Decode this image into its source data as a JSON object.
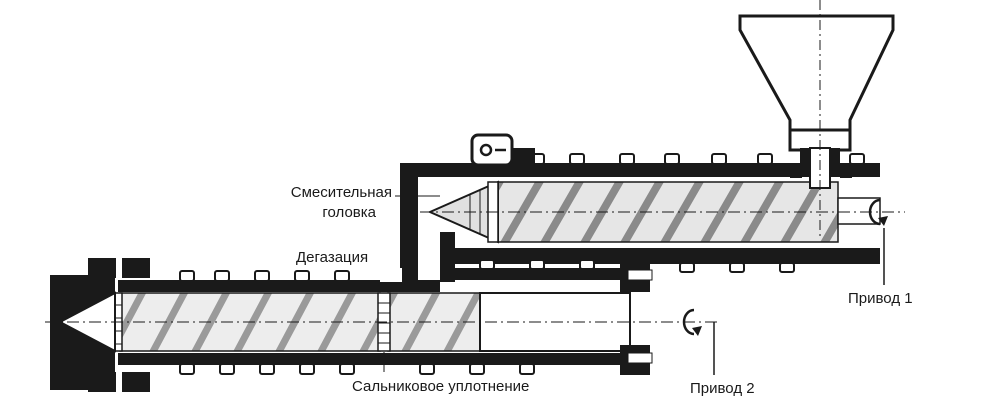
{
  "labels": {
    "mixing_head_line1": "Смесительная",
    "mixing_head_line2": "головка",
    "degassing": "Дегазация",
    "drive1": "Привод 1",
    "drive2": "Привод 2",
    "gland_seal": "Сальниковое уплотнение"
  },
  "colors": {
    "ink": "#1a1a1a",
    "screw": "#cfcfcf",
    "background": "#ffffff"
  },
  "icons": [
    "hopper-icon",
    "rotation-arrow-icon",
    "sensor-icon"
  ]
}
